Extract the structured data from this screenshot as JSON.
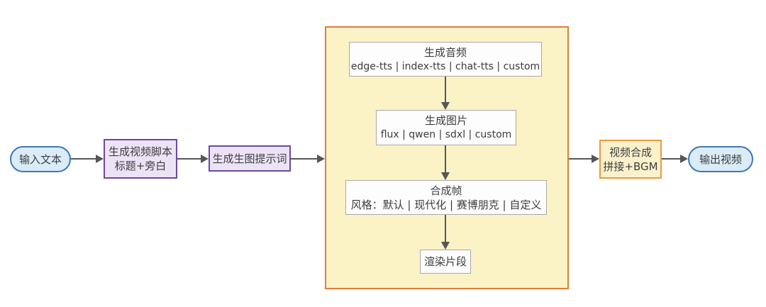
{
  "diagram": {
    "title": "video-generation-pipeline-flowchart",
    "nodes": {
      "input": {
        "label": "输入文本"
      },
      "script": {
        "line1": "生成视频脚本",
        "line2": "标题+旁白"
      },
      "prompt": {
        "label": "生成生图提示词"
      },
      "audio": {
        "title": "生成音频",
        "options": "edge-tts | index-tts | chat-tts | custom"
      },
      "image": {
        "title": "生成图片",
        "options": "flux | qwen | sdxl | custom"
      },
      "frame": {
        "title": "合成帧",
        "options": "风格：默认 | 现代化 | 赛博朋克 | 自定义"
      },
      "render": {
        "label": "渲染片段"
      },
      "merge": {
        "line1": "视频合成",
        "line2": "拼接+BGM"
      },
      "output": {
        "label": "输出视频"
      }
    },
    "colors": {
      "terminal_fill": "#d9ecf8",
      "terminal_border": "#3f77b5",
      "purple_fill": "#ede3f6",
      "purple_border": "#6b4aa0",
      "container_fill": "#fbf3c5",
      "container_border": "#e07c3a",
      "white_fill": "#fdfdfd",
      "white_border": "#a9a9a9",
      "orange_fill": "#fbf2cc",
      "orange_border": "#ec9a3f",
      "arrow": "#565656",
      "text": "#3d3d3d"
    }
  }
}
